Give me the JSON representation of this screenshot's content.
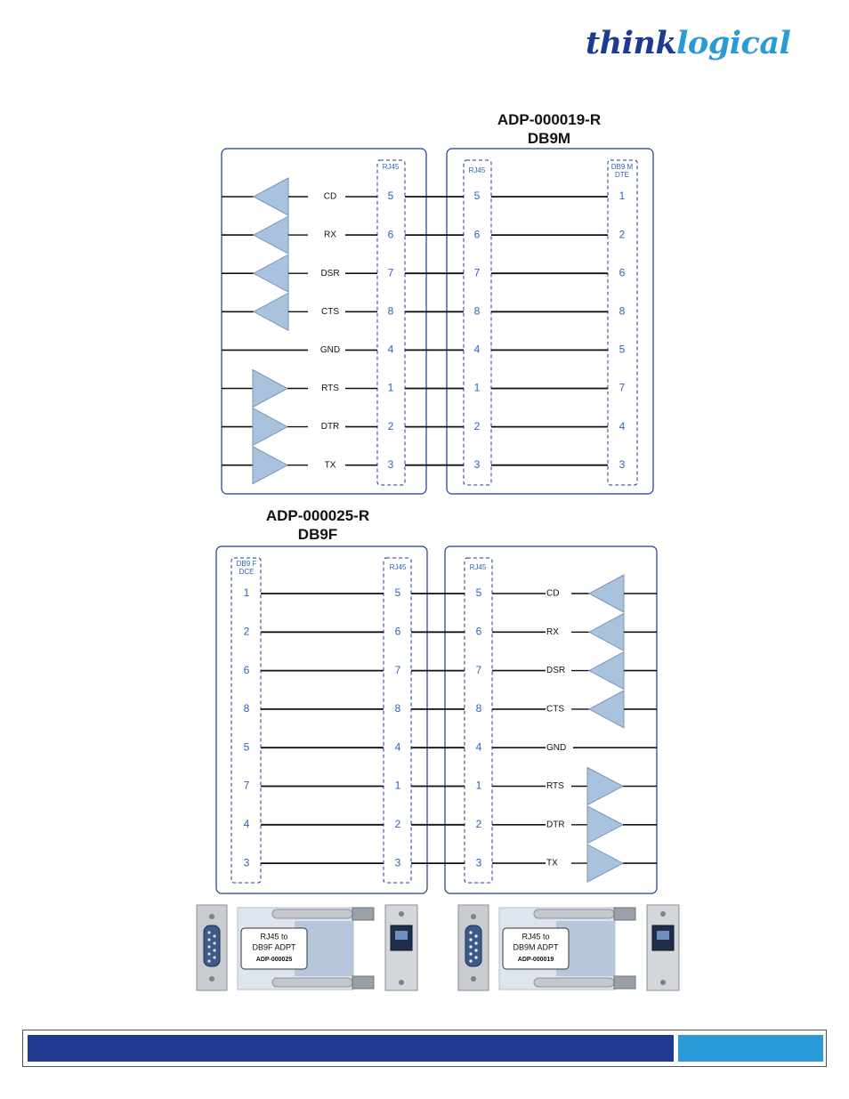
{
  "brand": {
    "part1": "think",
    "part2": "logical"
  },
  "diagram_top": {
    "title_line1": "ADP-000019-R",
    "title_line2": "DB9M",
    "rj45_left_label": "RJ45",
    "rj45_right_label": "RJ45",
    "db9_label_line1": "DB9 M",
    "db9_label_line2": "DTE",
    "rows": [
      {
        "signal": "CD",
        "rj45": "5",
        "db9": "1",
        "driver": "input"
      },
      {
        "signal": "RX",
        "rj45": "6",
        "db9": "2",
        "driver": "input"
      },
      {
        "signal": "DSR",
        "rj45": "7",
        "db9": "6",
        "driver": "input"
      },
      {
        "signal": "CTS",
        "rj45": "8",
        "db9": "8",
        "driver": "input"
      },
      {
        "signal": "GND",
        "rj45": "4",
        "db9": "5",
        "driver": "none"
      },
      {
        "signal": "RTS",
        "rj45": "1",
        "db9": "7",
        "driver": "output"
      },
      {
        "signal": "DTR",
        "rj45": "2",
        "db9": "4",
        "driver": "output"
      },
      {
        "signal": "TX",
        "rj45": "3",
        "db9": "3",
        "driver": "output"
      }
    ]
  },
  "diagram_bottom": {
    "title_line1": "ADP-000025-R",
    "title_line2": "DB9F",
    "db9_label_line1": "DB9 F",
    "db9_label_line2": "DCE",
    "rj45_left_label": "RJ45",
    "rj45_right_label": "RJ45",
    "rows": [
      {
        "signal": "CD",
        "rj45": "5",
        "db9": "1",
        "driver": "input"
      },
      {
        "signal": "RX",
        "rj45": "6",
        "db9": "2",
        "driver": "input"
      },
      {
        "signal": "DSR",
        "rj45": "7",
        "db9": "6",
        "driver": "input"
      },
      {
        "signal": "CTS",
        "rj45": "8",
        "db9": "8",
        "driver": "input"
      },
      {
        "signal": "GND",
        "rj45": "4",
        "db9": "5",
        "driver": "none"
      },
      {
        "signal": "RTS",
        "rj45": "1",
        "db9": "7",
        "driver": "output"
      },
      {
        "signal": "DTR",
        "rj45": "2",
        "db9": "4",
        "driver": "output"
      },
      {
        "signal": "TX",
        "rj45": "3",
        "db9": "3",
        "driver": "output"
      }
    ]
  },
  "adapters": [
    {
      "label_line1": "RJ45 to",
      "label_line2": "DB9F ADPT",
      "label_line3": "ADP-000025",
      "connector": "female"
    },
    {
      "label_line1": "RJ45 to",
      "label_line2": "DB9M ADPT",
      "label_line3": "ADP-000019",
      "connector": "male"
    }
  ],
  "colors": {
    "box_border": "#1f3a8e",
    "pin_text": "#2a64b8",
    "triangle_fill": "#a9c3df",
    "triangle_stroke": "#7a95b8",
    "footer_dark": "#1f3a8e",
    "footer_light": "#2a9bd6"
  }
}
